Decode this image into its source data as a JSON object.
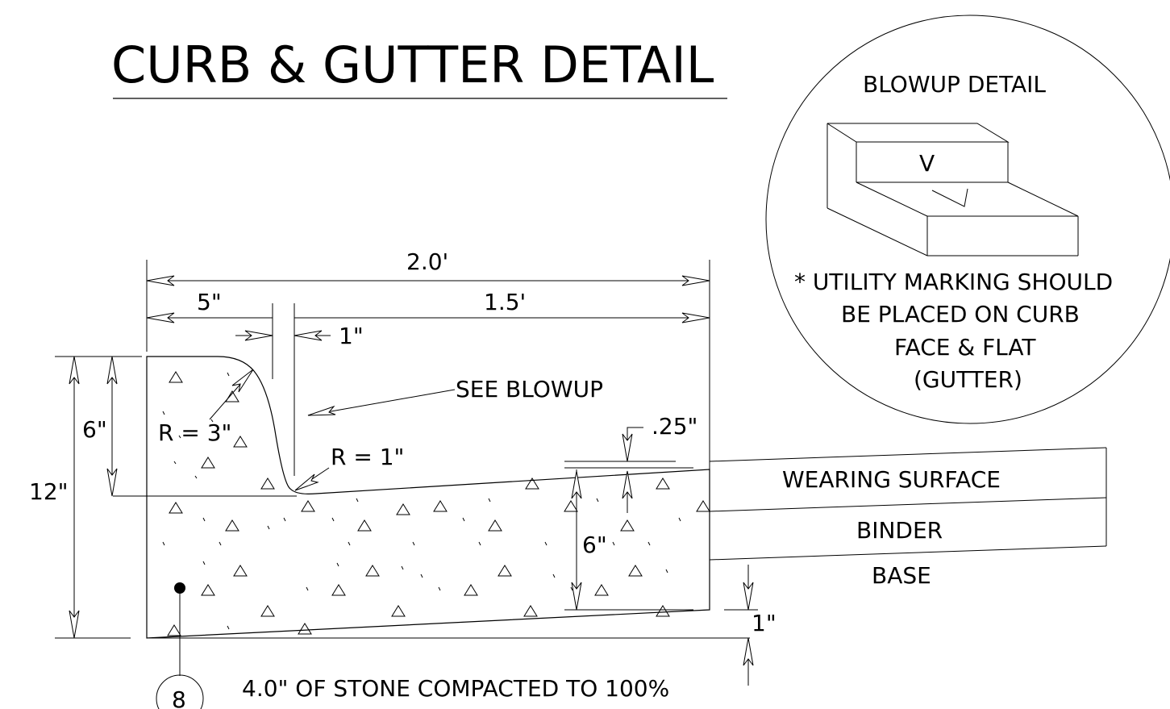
{
  "title": "CURB & GUTTER DETAIL",
  "dimensions": {
    "total_width": "2.0'",
    "curb_top": "5\"",
    "gutter_width": "1.5'",
    "face_offset": "1\"",
    "curb_height": "6\"",
    "total_depth": "12\"",
    "radius_top": "R = 3\"",
    "radius_bottom": "R = 1\"",
    "lip": ".25\"",
    "gutter_depth": "6\"",
    "base_drop": "1\""
  },
  "callouts": {
    "see_blowup": "SEE BLOWUP",
    "stone_note": "4.0\" OF STONE COMPACTED TO 100%",
    "detail_number": "8"
  },
  "pavement_layers": [
    "WEARING SURFACE",
    "BINDER",
    "BASE"
  ],
  "blowup": {
    "title": "BLOWUP DETAIL",
    "mark": "V",
    "note_lines": [
      "* UTILITY MARKING SHOULD",
      "BE PLACED ON CURB",
      "FACE & FLAT",
      "(GUTTER)"
    ]
  }
}
